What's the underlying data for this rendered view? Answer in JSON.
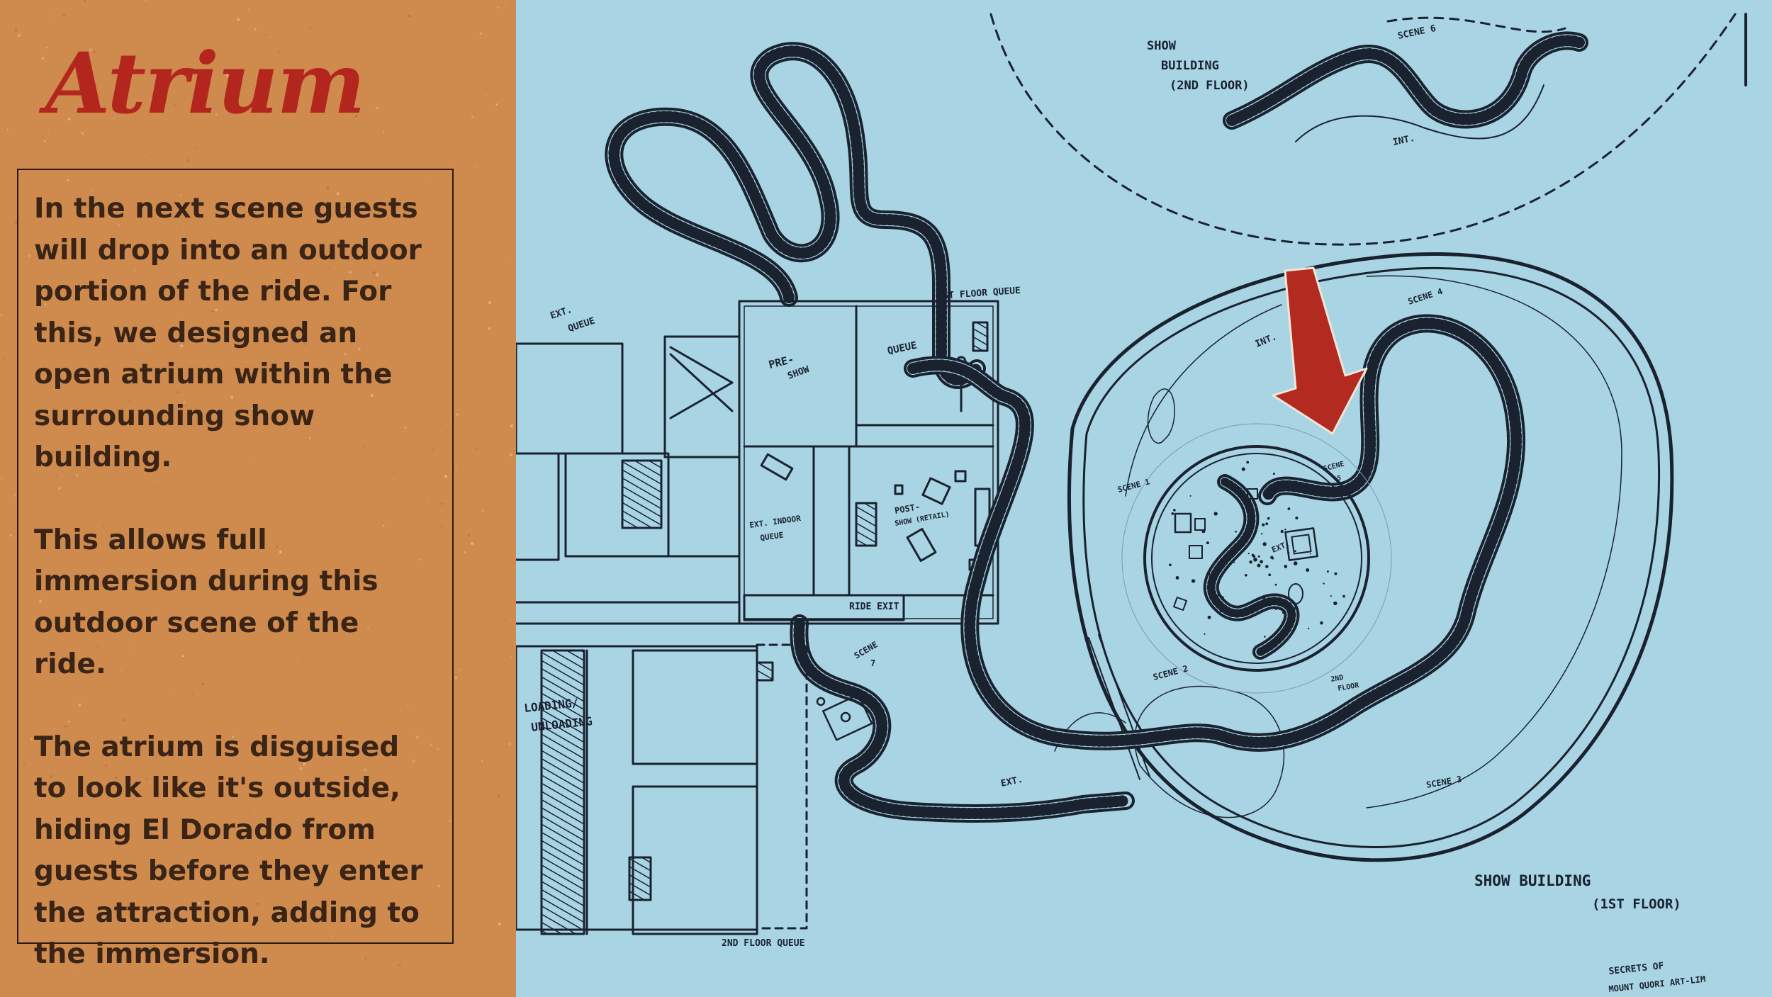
{
  "slide": {
    "title": "Atrium",
    "paragraphs": [
      "In the next scene guests will drop into an outdoor portion of the ride. For this, we designed an open atrium within the surrounding show building.",
      "This allows full immersion during this outdoor scene of the ride.",
      "The atrium is disguised to look like it's outside, hiding El Dorado from guests before they enter the attraction, adding to the immersion."
    ],
    "colors": {
      "title": "#b3261e",
      "panel": "#cf8a4e",
      "blueprint": "#a9d4e3",
      "arrow": "#b22a20",
      "ink": "#1a2230"
    }
  },
  "map": {
    "labels": {
      "show_building_2nd": [
        "SHOW",
        "BUILDING",
        "(2ND FLOOR)"
      ],
      "show_building_1st": [
        "SHOW BUILDING",
        "(1ST FLOOR)"
      ],
      "first_floor_queue": "1ST FLOOR QUEUE",
      "second_floor_queue": "2ND FLOOR QUEUE",
      "ext_queue": [
        "EXT.",
        "QUEUE"
      ],
      "pre_show": [
        "PRE-",
        "SHOW"
      ],
      "queue": "QUEUE",
      "ext_indoor_queue": [
        "EXT. INDOOR",
        "QUEUE"
      ],
      "post_show": [
        "POST-",
        "SHOW (RETAIL)"
      ],
      "ride_exit": "RIDE EXIT",
      "loading_unloading": [
        "LOADING/",
        "UNLOADING"
      ],
      "scene_1": "SCENE 1",
      "scene_2": "SCENE 2",
      "scene_3": "SCENE 3",
      "scene_4": "SCENE 4",
      "scene_5": [
        "SCENE",
        "5"
      ],
      "scene_6": "SCENE 6",
      "scene_7": [
        "SCENE",
        "7"
      ],
      "second_floor_marker": [
        "2ND",
        "FLOOR"
      ],
      "int_a": "INT.",
      "int_b": "INT.",
      "ext_a": "EXT.",
      "ext_b": "EXT.",
      "signature": [
        "SECRETS OF",
        "MOUNT QUORI ART-LIM"
      ]
    }
  }
}
